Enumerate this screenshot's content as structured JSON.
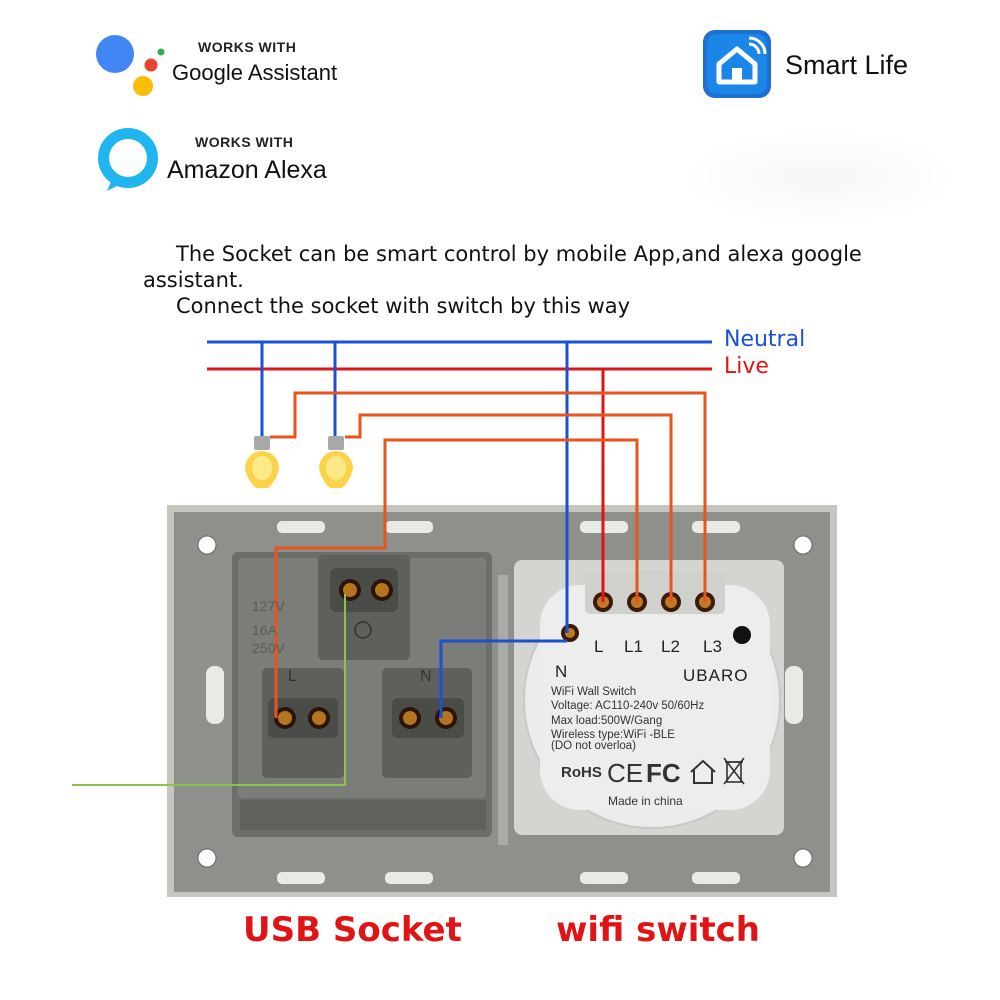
{
  "badges": {
    "google": {
      "works_with": "WORKS WITH",
      "name": "Google Assistant"
    },
    "alexa": {
      "works_with": "WORKS WITH",
      "name": "Amazon Alexa"
    },
    "smart_life": {
      "name": "Smart Life"
    }
  },
  "description": {
    "line1": "The Socket can be smart control by mobile App,and alexa google",
    "line2": "assistant.",
    "line3": "Connect the socket with switch by this way"
  },
  "legend": {
    "neutral": "Neutral",
    "live": "Live"
  },
  "socket": {
    "label_l": "L",
    "label_n": "N",
    "ratings": [
      "127V",
      "16A",
      "250V"
    ]
  },
  "switch_module": {
    "terminals": [
      "L",
      "L1",
      "L2",
      "L3"
    ],
    "n_label": "N",
    "brand": "UBARO",
    "specs": [
      "WiFi Wall Switch",
      "Voltage: AC110-240v 50/60Hz",
      "Max load:500W/Gang",
      "Wireless type:WiFi -BLE",
      "(DO not overloa)"
    ],
    "certs": {
      "rohs": "RoHS",
      "ce": "CE",
      "fc": "FC"
    },
    "made_in": "Made in china"
  },
  "captions": {
    "socket": "USB Socket",
    "switch": "wifi switch"
  },
  "colors": {
    "neutral": "#1a4fd6",
    "live": "#e01414",
    "switched": "#e8531e",
    "earth": "#8bc34a",
    "plate": "#8f918c",
    "caption": "#e01414"
  }
}
